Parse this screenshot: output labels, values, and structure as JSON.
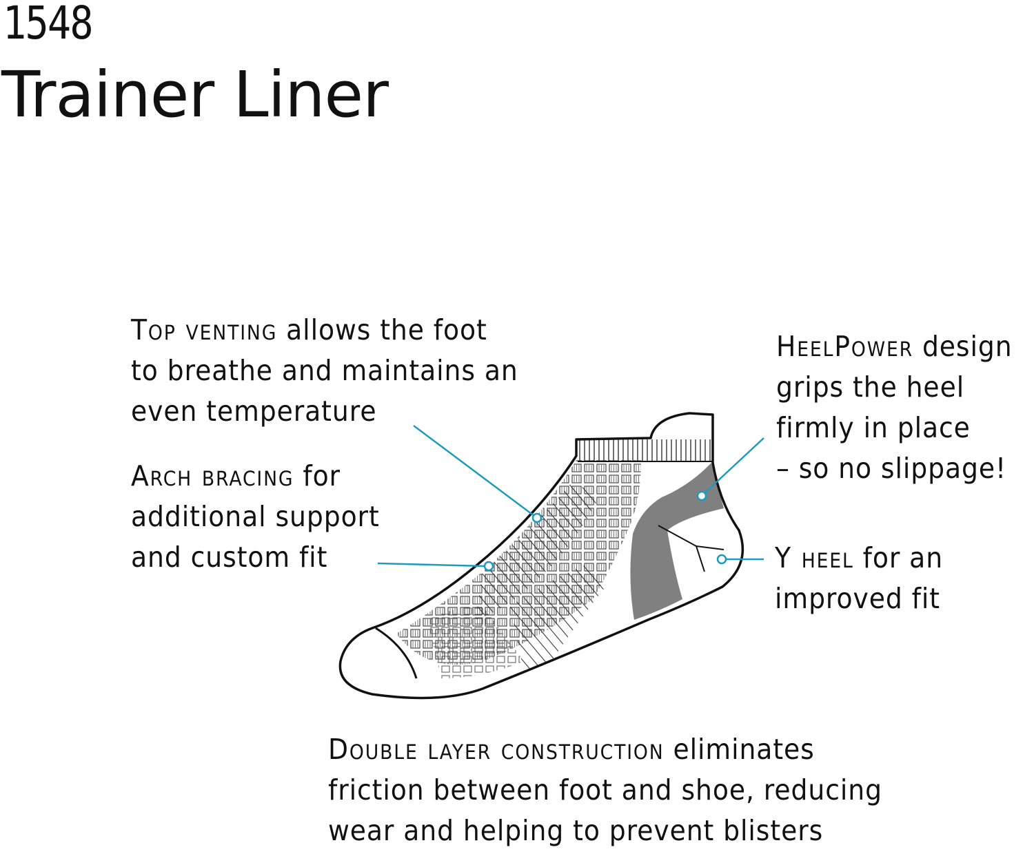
{
  "header": {
    "model_number": "1548",
    "product_name": "Trainer Liner"
  },
  "callouts": {
    "top_venting": {
      "feature": "Top venting",
      "line1_rest": " allows the foot",
      "line2": "to breathe and maintains an",
      "line3": "even temperature"
    },
    "arch_bracing": {
      "feature": "Arch bracing",
      "line1_rest": " for",
      "line2": "additional support",
      "line3": "and custom fit"
    },
    "heelpower": {
      "feature": "HeelPower",
      "line1_rest": " design",
      "line2": "grips the heel",
      "line3": "firmly in place",
      "line4": "– so no slippage!"
    },
    "y_heel": {
      "feature": "Y heel",
      "line1_rest": " for an",
      "line2": "improved fit"
    },
    "double_layer": {
      "feature": "Double layer construction",
      "line1_rest": " eliminates",
      "line2": "friction between foot and shoe, reducing",
      "line3": "wear and helping to prevent blisters"
    }
  },
  "colors": {
    "leader_line": "#1a9bbf",
    "outline": "#111111",
    "heel_band": "#808080",
    "mesh": "#444444",
    "background": "#ffffff"
  }
}
